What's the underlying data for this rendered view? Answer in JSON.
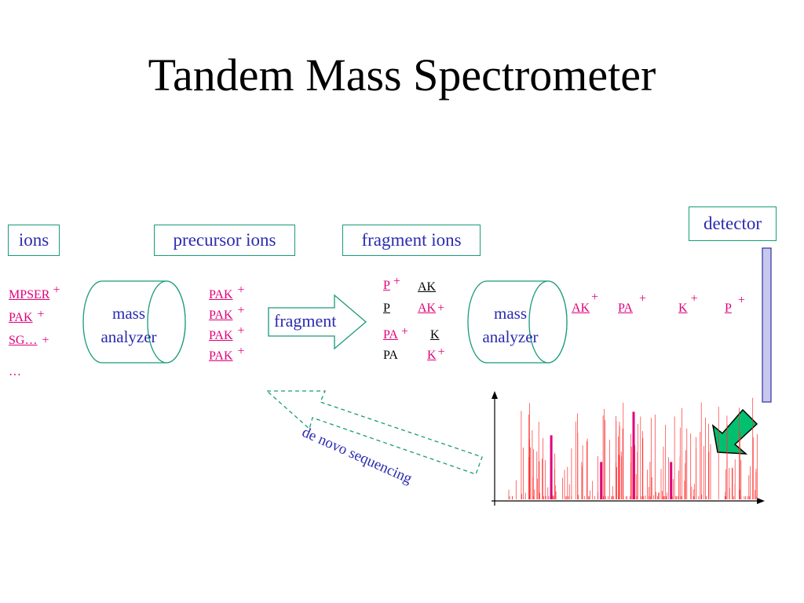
{
  "title": "Tandem Mass Spectrometer",
  "labels": {
    "ions": "ions",
    "precursor_ions": "precursor ions",
    "fragment_ions": "fragment ions",
    "detector": "detector",
    "fragment": "fragment",
    "de_novo": "de novo sequencing",
    "mass": "mass",
    "analyzer": "analyzer",
    "plus": "+"
  },
  "input_ions": [
    "MPSER",
    "PAK",
    "SG…",
    "…"
  ],
  "precursor_list": [
    "PAK",
    "PAK",
    "PAK",
    "PAK"
  ],
  "fragment_pairs": [
    {
      "left": "P",
      "left_charged": true,
      "right": "AK",
      "right_charged": false
    },
    {
      "left": "P",
      "left_charged": false,
      "right": "AK",
      "right_charged": true
    },
    {
      "left": "PA",
      "left_charged": true,
      "right": "K",
      "right_charged": false
    },
    {
      "left": "PA",
      "left_charged": false,
      "right": "K",
      "right_charged": true
    }
  ],
  "separated_ions": [
    "AK",
    "PA",
    "K",
    "P"
  ],
  "colors": {
    "accent_magenta": "#e0007a",
    "label_blue": "#2b2bb0",
    "box_border": "#1a9a7a",
    "detector_fill": "#c8c8ee",
    "arrow_green": "#00c070",
    "spectrum_red": "#ff3030"
  },
  "chart_data": {
    "type": "bar",
    "title": "",
    "xlabel": "",
    "ylabel": "",
    "highlighted_peaks": [
      {
        "x": 0.17,
        "y": 0.6
      },
      {
        "x": 0.37,
        "y": 0.35
      },
      {
        "x": 0.5,
        "y": 0.82
      },
      {
        "x": 0.65,
        "y": 0.35
      }
    ],
    "grid": false
  }
}
